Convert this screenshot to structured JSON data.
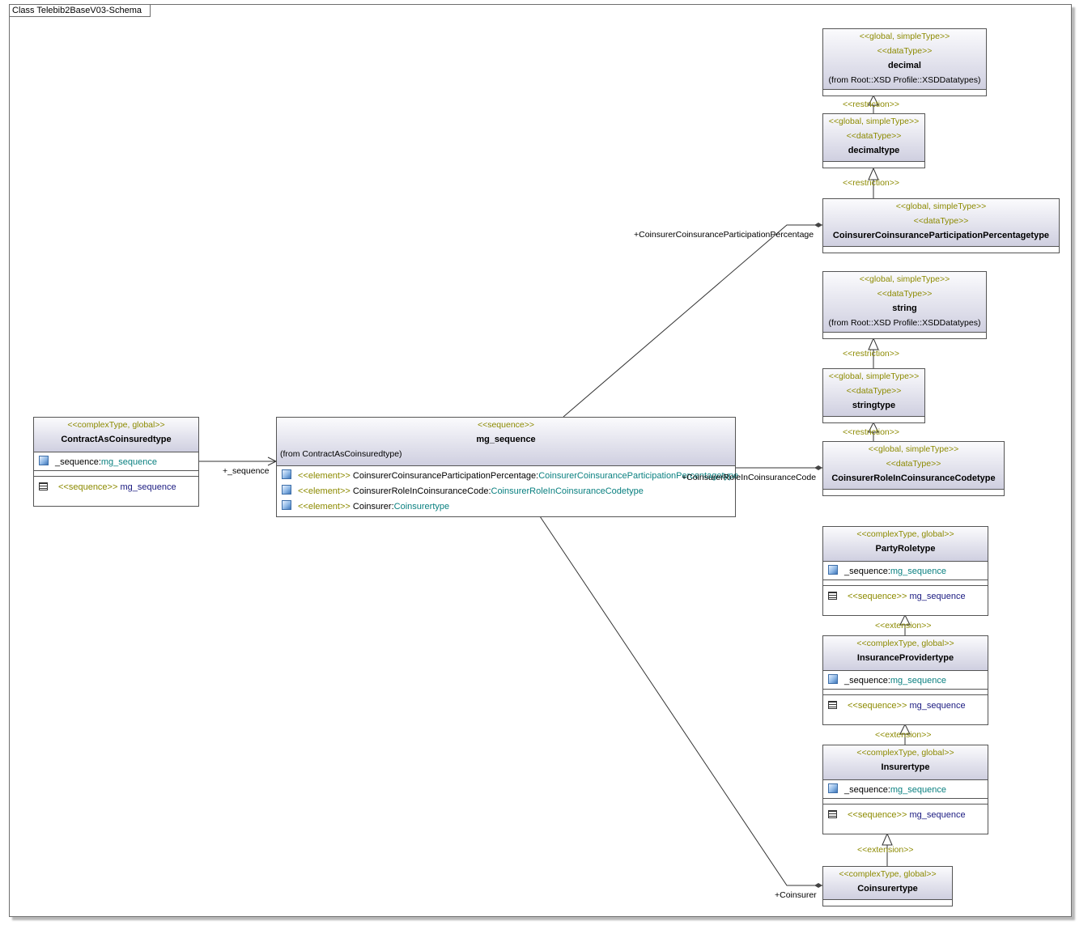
{
  "frame": {
    "title": "Class Telebib2BaseV03-Schema"
  },
  "classes": {
    "decimal": {
      "stereo1": "<<global, simpleType>>",
      "stereo2": "<<dataType>>",
      "name": "decimal",
      "from": "(from Root::XSD Profile::XSDDatatypes)"
    },
    "decimaltype": {
      "stereo1": "<<global, simpleType>>",
      "stereo2": "<<dataType>>",
      "name": "decimaltype"
    },
    "ccpp": {
      "stereo1": "<<global, simpleType>>",
      "stereo2": "<<dataType>>",
      "name": "CoinsurerCoinsuranceParticipationPercentagetype"
    },
    "string": {
      "stereo1": "<<global, simpleType>>",
      "stereo2": "<<dataType>>",
      "name": "string",
      "from": "(from Root::XSD Profile::XSDDatatypes)"
    },
    "stringtype": {
      "stereo1": "<<global, simpleType>>",
      "stereo2": "<<dataType>>",
      "name": "stringtype"
    },
    "crict": {
      "stereo1": "<<global, simpleType>>",
      "stereo2": "<<dataType>>",
      "name": "CoinsurerRoleInCoinsuranceCodetype"
    },
    "contract": {
      "stereo": "<<complexType, global>>",
      "name": "ContractAsCoinsuredtype",
      "attr_name": "_sequence:",
      "attr_type": "mg_sequence",
      "op_stereo": "<<sequence>>",
      "op_name": "mg_sequence"
    },
    "mgseq": {
      "stereo": "<<sequence>>",
      "name": "mg_sequence",
      "from": "(from ContractAsCoinsuredtype)",
      "rows": [
        {
          "stereo": "<<element>>",
          "name": "CoinsurerCoinsuranceParticipationPercentage:",
          "type": "CoinsurerCoinsuranceParticipationPercentagetype"
        },
        {
          "stereo": "<<element>>",
          "name": "CoinsurerRoleInCoinsuranceCode:",
          "type": "CoinsurerRoleInCoinsuranceCodetype"
        },
        {
          "stereo": "<<element>>",
          "name": "Coinsurer:",
          "type": "Coinsurertype"
        }
      ]
    },
    "partyrole": {
      "stereo": "<<complexType, global>>",
      "name": "PartyRoletype",
      "attr_name": "_sequence:",
      "attr_type": "mg_sequence",
      "op_stereo": "<<sequence>>",
      "op_name": "mg_sequence"
    },
    "insprov": {
      "stereo": "<<complexType, global>>",
      "name": "InsuranceProvidertype",
      "attr_name": "_sequence:",
      "attr_type": "mg_sequence",
      "op_stereo": "<<sequence>>",
      "op_name": "mg_sequence"
    },
    "insurer": {
      "stereo": "<<complexType, global>>",
      "name": "Insurertype",
      "attr_name": "_sequence:",
      "attr_type": "mg_sequence",
      "op_stereo": "<<sequence>>",
      "op_name": "mg_sequence"
    },
    "coinsurer": {
      "stereo": "<<complexType, global>>",
      "name": "Coinsurertype"
    }
  },
  "labels": {
    "restriction1": "<<restriction>>",
    "restriction2": "<<restriction>>",
    "restriction3": "<<restriction>>",
    "restriction4": "<<restriction>>",
    "extension1": "<<extension>>",
    "extension2": "<<extension>>",
    "extension3": "<<extension>>",
    "role_sequence": "+_sequence",
    "role_ccpp": "+CoinsurerCoinsuranceParticipationPercentage",
    "role_crict": "+CoinsurerRoleInCoinsuranceCode",
    "role_coinsurer": "+Coinsurer"
  }
}
